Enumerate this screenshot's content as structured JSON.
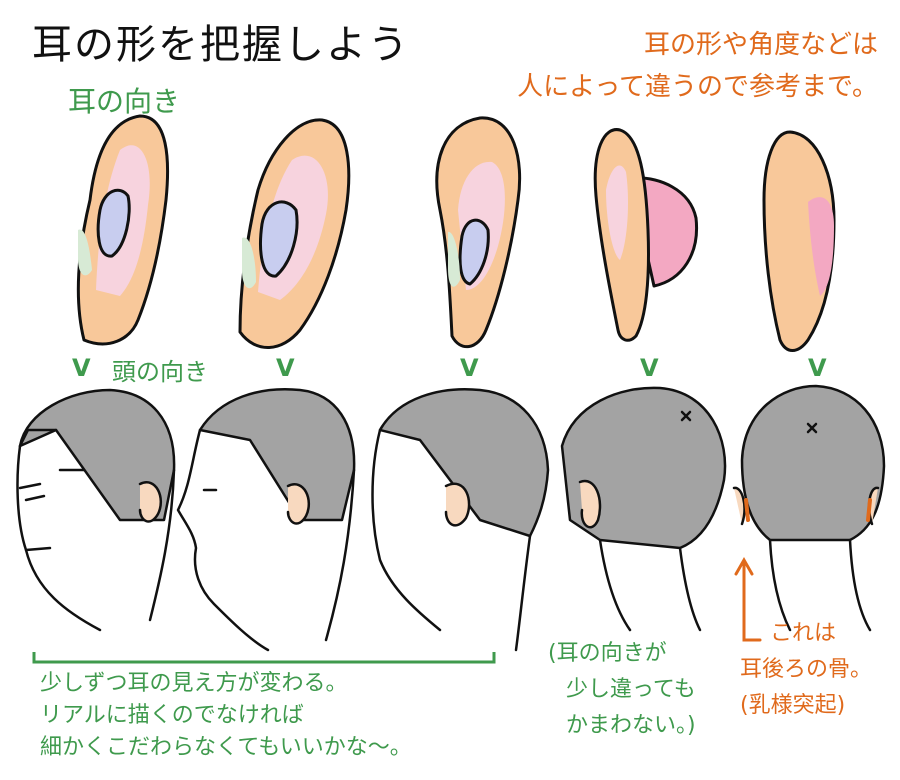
{
  "title": "耳の形を把握しよう",
  "note_lines": [
    "耳の形や角度などは",
    "人によって違うので参考まで。"
  ],
  "ear_direction_label": "耳の向き",
  "head_direction_label": "頭の向き",
  "arrow_glyph": "V",
  "caption_left_lines": [
    "少しずつ耳の見え方が変わる。",
    "リアルに描くのでなければ",
    "細かくこだわらなくてもいいかな〜。"
  ],
  "caption_middle_lines": [
    "(耳の向きが",
    "少し違っても",
    "かまわない。)"
  ],
  "caption_right_lines": [
    "これは",
    "耳後ろの骨。",
    "(乳様突起)"
  ],
  "colors": {
    "ear_skin": "#f8c89a",
    "ear_pink": "#f7d3de",
    "ear_blue": "#c8cdef",
    "ear_green": "#d7ead5",
    "hair": "#a3a3a3",
    "green_text": "#3f9a4d",
    "orange_text": "#e06a1c"
  }
}
